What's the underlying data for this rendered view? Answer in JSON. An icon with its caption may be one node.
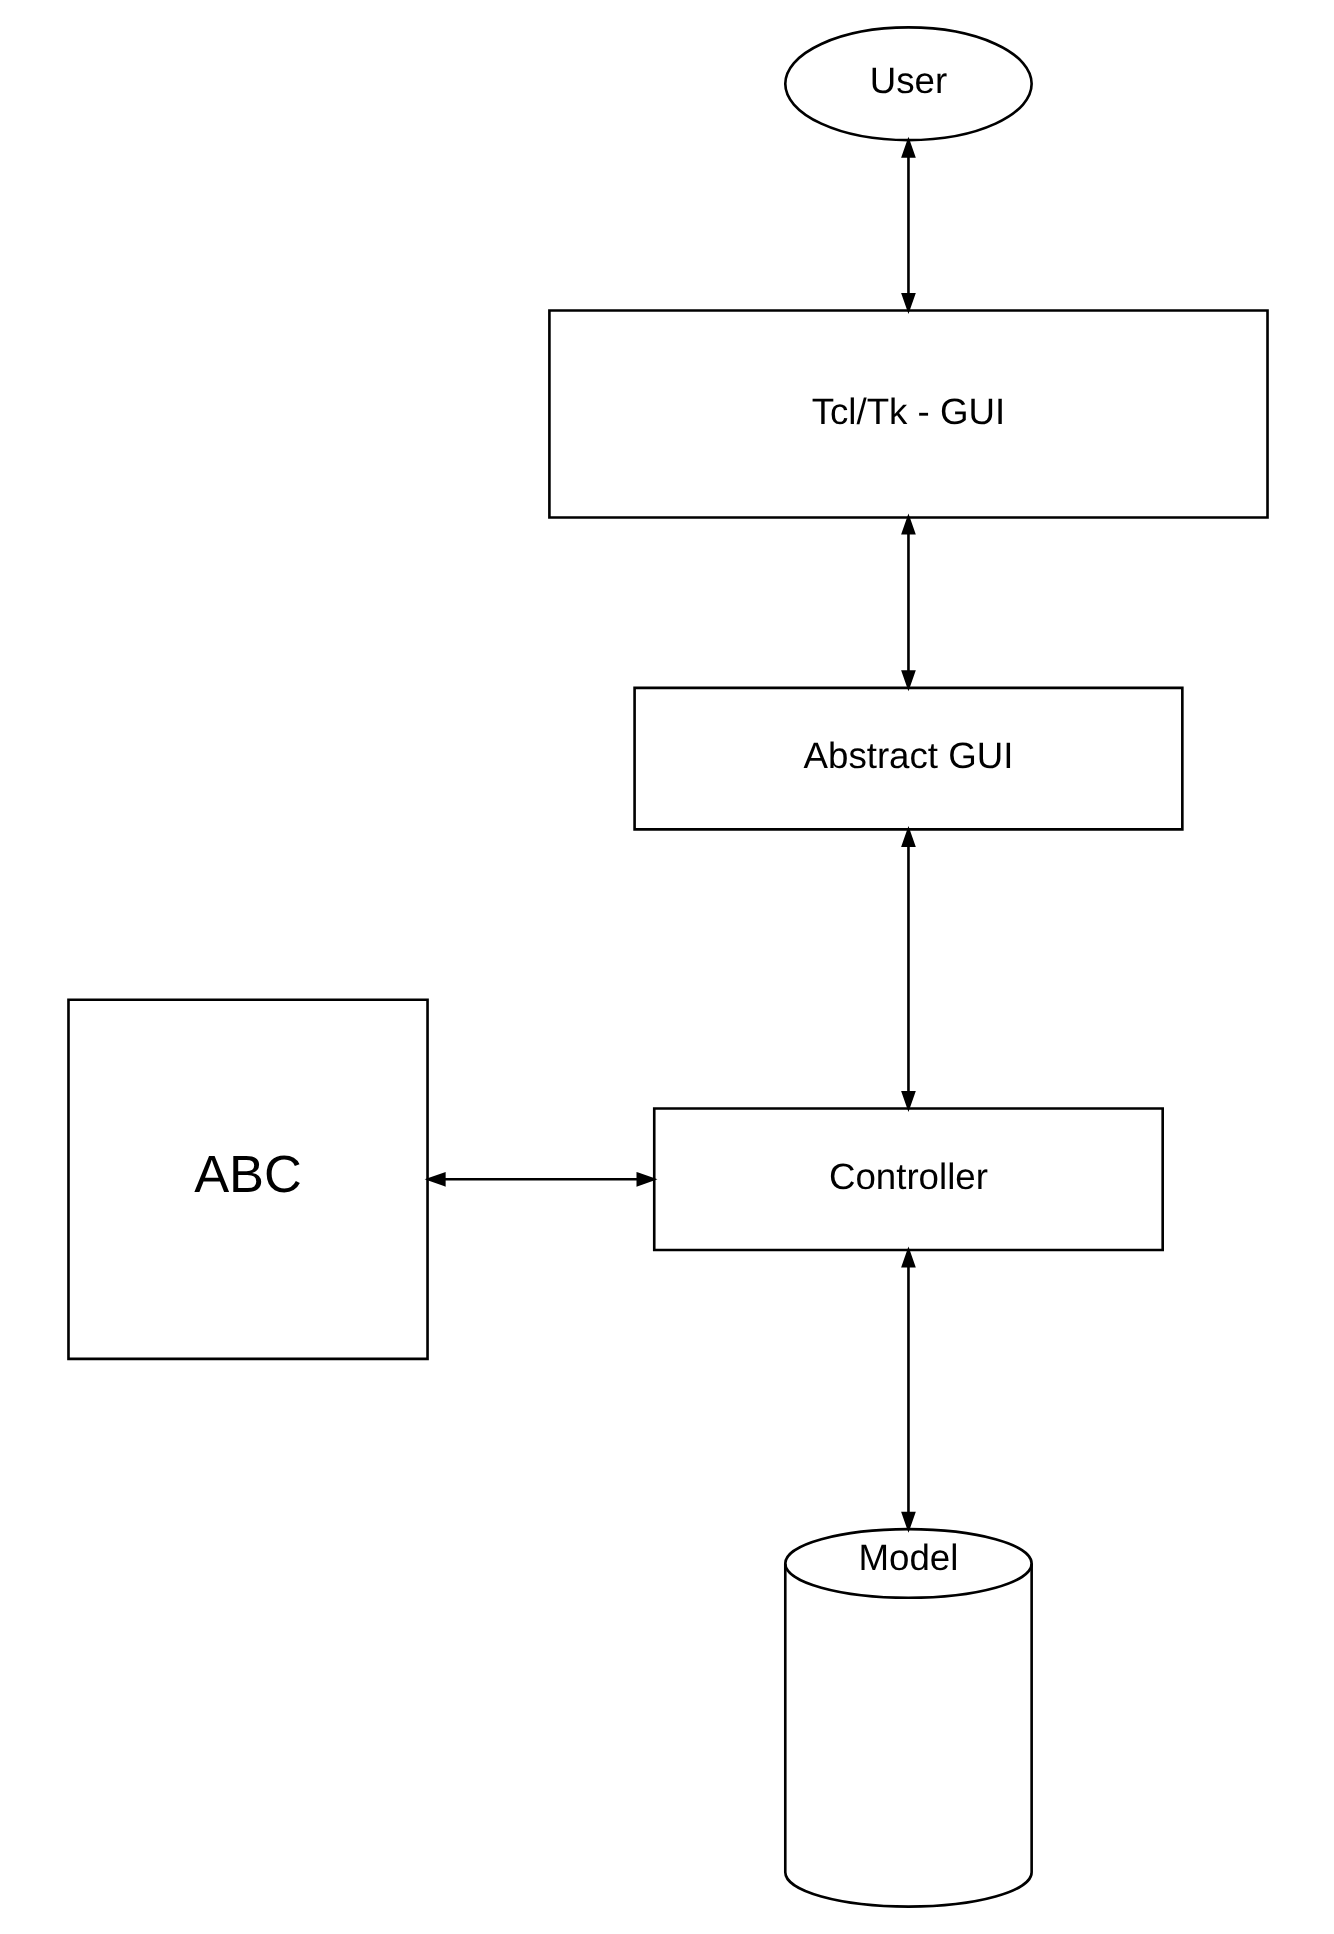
{
  "diagram": {
    "nodes": [
      {
        "text": [
          "User"
        ]
      },
      {
        "text": [
          "Tcl/Tk - GUI"
        ]
      },
      {
        "text": [
          "Abstract GUI"
        ]
      },
      {
        "text": [
          "ABC"
        ]
      },
      {
        "text": [
          "Controller"
        ]
      },
      {
        "text": [
          "Model"
        ]
      }
    ],
    "edges": [
      {
        "from": 0,
        "to": 1,
        "arrow": "both"
      },
      {
        "from": 1,
        "to": 2,
        "arrow": "both"
      },
      {
        "from": 2,
        "to": 4,
        "arrow": "both"
      },
      {
        "from": 3,
        "to": 4,
        "arrow": "both"
      },
      {
        "from": 4,
        "to": 5,
        "arrow": "both"
      }
    ]
  }
}
